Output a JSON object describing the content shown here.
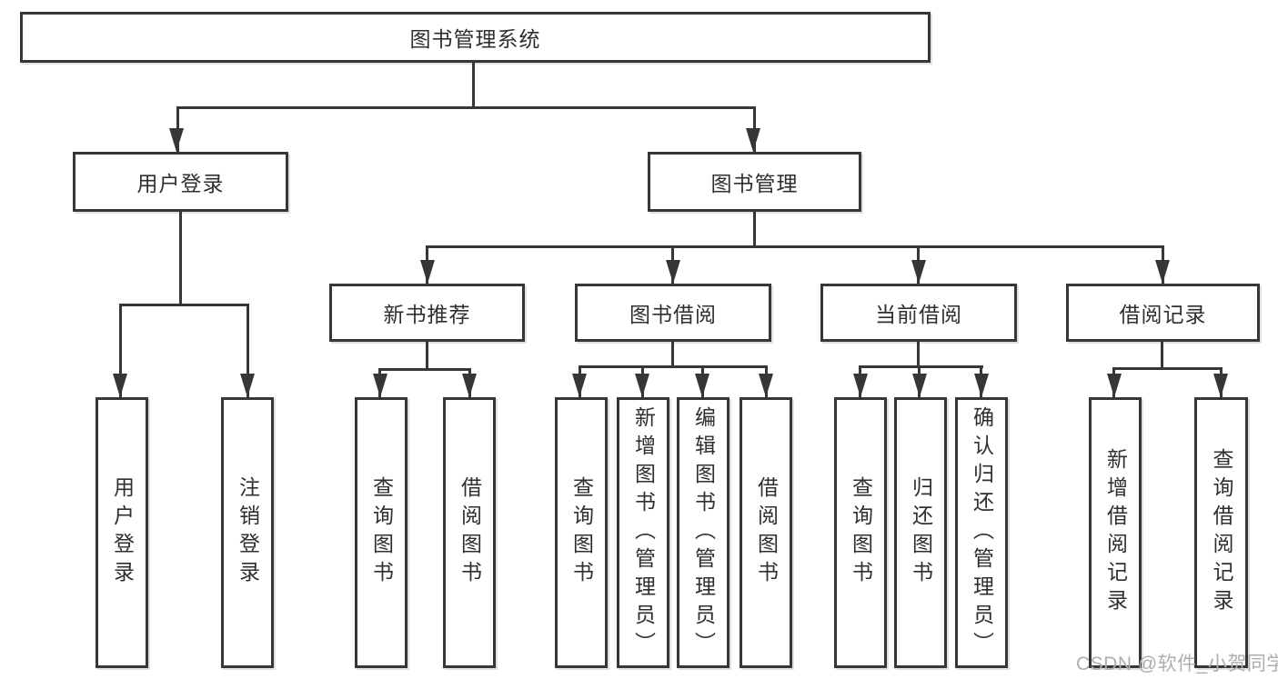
{
  "colors": {
    "line": "#363636",
    "text": "#2f2f2f",
    "watermark": "#aeaeae",
    "bg": "#ffffff"
  },
  "watermark": {
    "text": "CSDN @软件_小贺同学"
  },
  "nodes": {
    "root": {
      "label": "图书管理系统"
    },
    "user_login": {
      "label": "用户登录"
    },
    "book_management": {
      "label": "图书管理"
    },
    "new_book_recommend": {
      "label": "新书推荐"
    },
    "book_borrowing": {
      "label": "图书借阅"
    },
    "current_borrowing": {
      "label": "当前借阅"
    },
    "borrowing_records": {
      "label": "借阅记录"
    },
    "leaf_user_login": {
      "label": "用户登录"
    },
    "leaf_logout": {
      "label": "注销登录"
    },
    "leaf_recommend_query_book": {
      "label": "查询图书"
    },
    "leaf_recommend_borrow_book": {
      "label": "借阅图书"
    },
    "leaf_borrowing_query_book": {
      "label": "查询图书"
    },
    "leaf_borrowing_add_book": {
      "label": "新增图书（管理员）"
    },
    "leaf_borrowing_edit_book": {
      "label": "编辑图书（管理员）"
    },
    "leaf_borrowing_borrow_book": {
      "label": "借阅图书"
    },
    "leaf_current_query_book": {
      "label": "查询图书"
    },
    "leaf_current_return_book": {
      "label": "归还图书"
    },
    "leaf_current_confirm_return": {
      "label": "确认归还（管理员）"
    },
    "leaf_records_add_record": {
      "label": "新增借阅记录"
    },
    "leaf_records_query_record": {
      "label": "查询借阅记录"
    }
  }
}
